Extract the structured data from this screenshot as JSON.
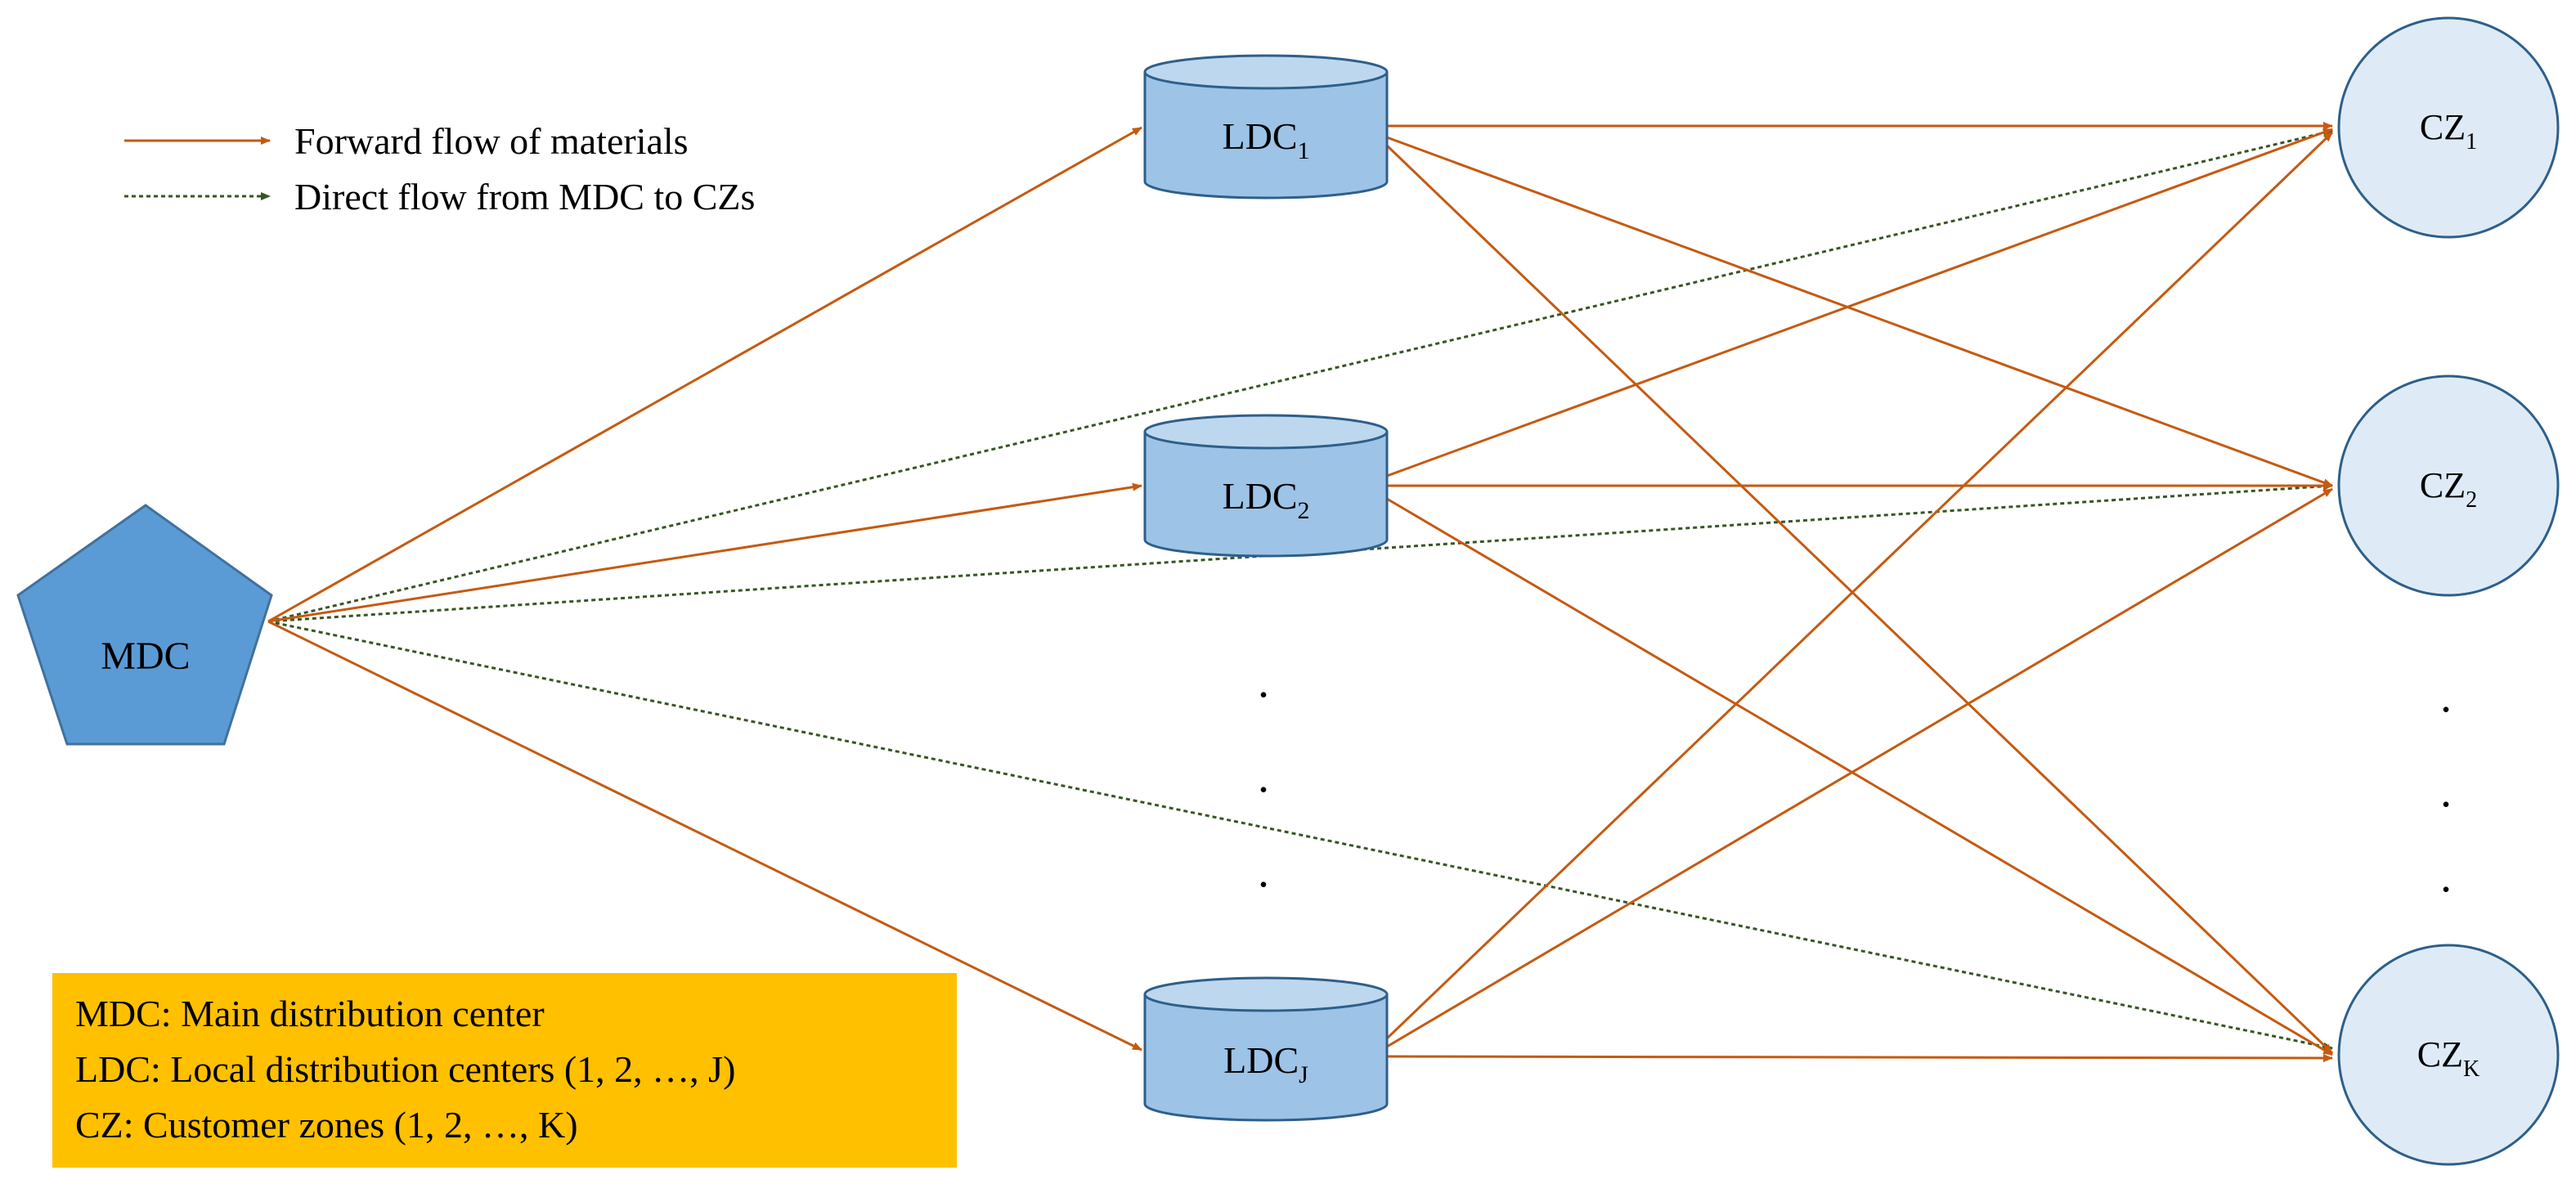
{
  "legend": {
    "forward_label": "Forward flow of materials",
    "direct_label": "Direct flow from MDC to CZs"
  },
  "nodes": {
    "mdc": {
      "label": "MDC"
    },
    "ldc": [
      {
        "base": "LDC",
        "sub": "1"
      },
      {
        "base": "LDC",
        "sub": "2"
      },
      {
        "base": "LDC",
        "sub": "J"
      }
    ],
    "cz": [
      {
        "base": "CZ",
        "sub": "1"
      },
      {
        "base": "CZ",
        "sub": "2"
      },
      {
        "base": "CZ",
        "sub": "K"
      }
    ]
  },
  "ellipsis": ".",
  "key": [
    "MDC: Main distribution center",
    "LDC: Local distribution centers (1, 2, …, J)",
    "CZ: Customer zones (1, 2, …, K)"
  ],
  "colors": {
    "forward": "#c55a11",
    "direct": "#375623",
    "pentagon": "#5b9bd5",
    "pentagon_stroke": "#41719c",
    "cylinder": "#9dc3e6",
    "cylinder_top": "#bdd7ee",
    "cylinder_stroke": "#2e5f8a",
    "circle": "#deebf7",
    "circle_stroke": "#2e5f8a",
    "key_box": "#ffc000"
  }
}
